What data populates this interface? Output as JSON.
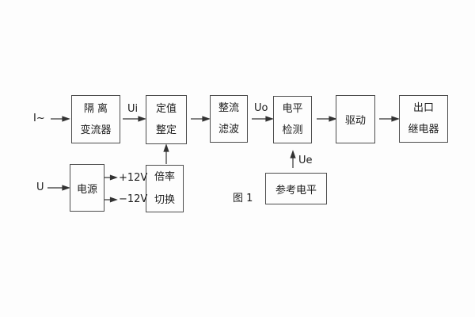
{
  "figure": {
    "caption": "图 1",
    "background_color": "#fdfdfd",
    "line_color": "#333333",
    "text_color": "#1c1c1c"
  },
  "blocks": {
    "isolation_transformer": {
      "lines": [
        "隔 离",
        "变流器"
      ]
    },
    "setting_adjust": {
      "lines": [
        "定值",
        "整定"
      ]
    },
    "rectify_filter": {
      "lines": [
        "整流",
        "滤波"
      ]
    },
    "level_detect": {
      "lines": [
        "电平",
        "检测"
      ]
    },
    "drive": {
      "label": "驱动"
    },
    "output_relay": {
      "lines": [
        "出口",
        "继电器"
      ]
    },
    "power_supply": {
      "label": "电源"
    },
    "ratio_switch": {
      "lines": [
        "倍率",
        "切换"
      ]
    },
    "reference_level": {
      "label": "参考电平"
    }
  },
  "signals": {
    "input_current": "I~",
    "ui": "Ui",
    "uo": "Uo",
    "ue": "Ue",
    "input_voltage": "U",
    "plus_12v": "+12V",
    "minus_12v": "−12V"
  }
}
